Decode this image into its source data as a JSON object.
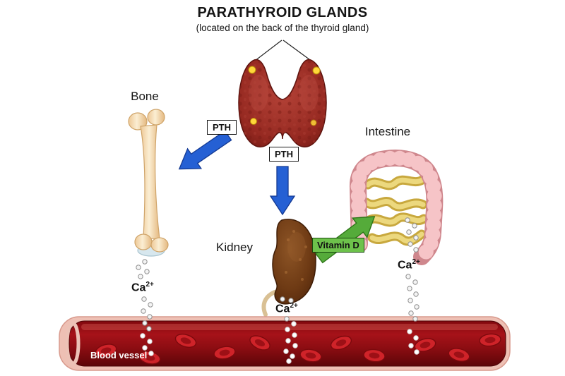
{
  "title": "PARATHYROID GLANDS",
  "subtitle": "(located on the back of the thyroid gland)",
  "organs": {
    "bone": "Bone",
    "kidney": "Kidney",
    "intestine": "Intestine",
    "blood_vessel": "Blood vessel"
  },
  "hormone_labels": {
    "pth_to_bone": "PTH",
    "pth_to_kidney": "PTH",
    "vitamin_d": "Vitamin D"
  },
  "ion_label": {
    "base": "Ca",
    "superscript": "2+"
  },
  "colors": {
    "pth_arrow": "#2560d4",
    "vitamin_d_arrow": "#55ab3a",
    "vitamin_d_box_bg": "#6dc24b",
    "thyroid": "#9c2a22",
    "parathyroid_spot": "#ffd83a",
    "vessel_wall": "#eec0b4",
    "vessel_lumen": "#8f1015"
  }
}
